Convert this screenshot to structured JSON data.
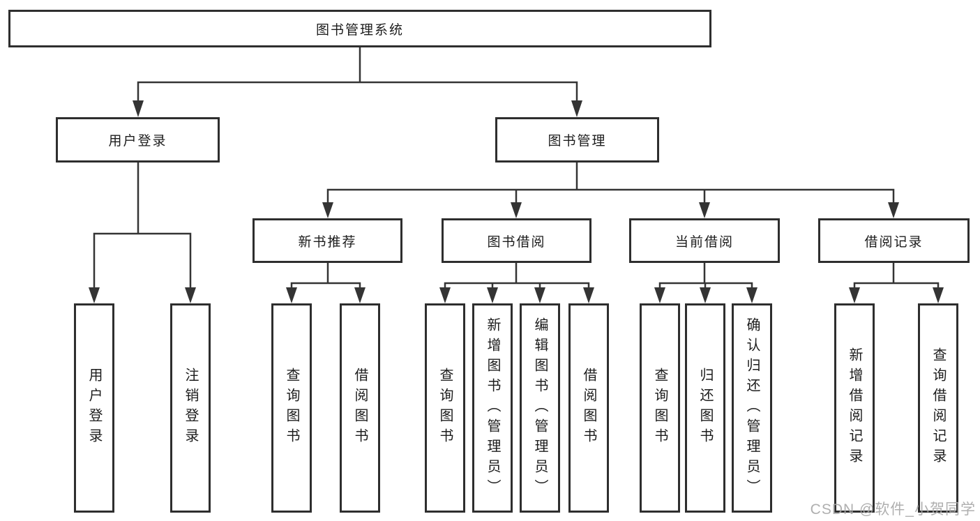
{
  "diagram": {
    "type": "tree",
    "root": {
      "label": "图书管理系统"
    },
    "branches": [
      {
        "label": "用户登录",
        "children_labels": [
          "用户登录",
          "注销登录"
        ]
      },
      {
        "label": "图书管理",
        "children": [
          {
            "label": "新书推荐",
            "children_labels": [
              "查询图书",
              "借阅图书"
            ]
          },
          {
            "label": "图书借阅",
            "children_labels": [
              "查询图书",
              "新增图书（管理员）",
              "编辑图书（管理员）",
              "借阅图书"
            ]
          },
          {
            "label": "当前借阅",
            "children_labels": [
              "查询图书",
              "归还图书",
              "确认归还（管理员）"
            ]
          },
          {
            "label": "借阅记录",
            "children_labels": [
              "新增借阅记录",
              "查询借阅记录"
            ]
          }
        ]
      }
    ]
  },
  "watermark": "CSDN @软件_小贺同学",
  "colors": {
    "background": "#ffffff",
    "box_border": "#2e2e2e",
    "line": "#343434",
    "text": "#1c1c1c",
    "watermark": "#a8a8a8"
  }
}
